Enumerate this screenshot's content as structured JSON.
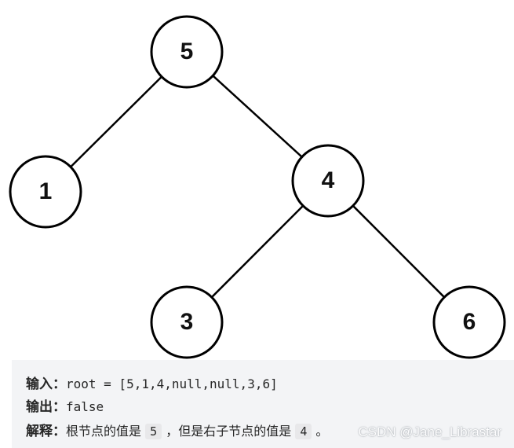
{
  "tree": {
    "nodes": [
      {
        "id": "n5",
        "label": "5"
      },
      {
        "id": "n1",
        "label": "1"
      },
      {
        "id": "n4",
        "label": "4"
      },
      {
        "id": "n3",
        "label": "3"
      },
      {
        "id": "n6",
        "label": "6"
      }
    ],
    "edges": [
      [
        "n5",
        "n1"
      ],
      [
        "n5",
        "n4"
      ],
      [
        "n4",
        "n3"
      ],
      [
        "n4",
        "n6"
      ]
    ]
  },
  "example": {
    "input_label": "输入：",
    "input_value": "root = [5,1,4,null,null,3,6]",
    "output_label": "输出：",
    "output_value": "false",
    "explain_label": "解释：",
    "explain_text_1": "根节点的值是 ",
    "explain_code_1": "5",
    "explain_text_2": " ，但是右子节点的值是 ",
    "explain_code_2": "4",
    "explain_text_3": " 。"
  },
  "watermark": "CSDN @Jane_Librastar",
  "colors": {
    "node_stroke": "#000000",
    "edge": "#000000",
    "example_background": "#f3f4f6"
  }
}
